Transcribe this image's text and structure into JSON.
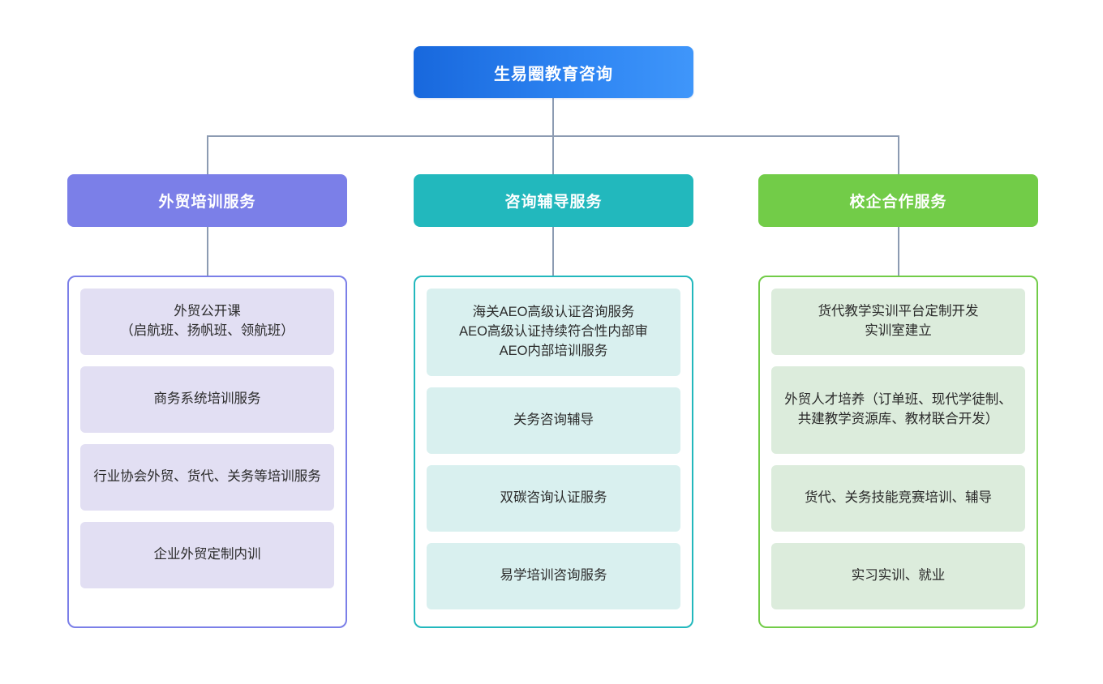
{
  "diagram": {
    "type": "org-chart",
    "title": "生易圈教育咨询",
    "root": {
      "label": "生易圈教育咨询",
      "color": "#1868dd",
      "color_end": "#3f96fa",
      "text_color": "#ffffff"
    },
    "connector_color": "#8c9bb2",
    "background": "#ffffff",
    "branches": [
      {
        "id": "branch-training",
        "label": "外贸培训服务",
        "header_color": "#7b7fe8",
        "border_color": "#7b7fe8",
        "item_color": "#e2dff3",
        "text_color": "#ffffff",
        "items": [
          {
            "label": "外贸公开课\n（启航班、扬帆班、领航班）"
          },
          {
            "label": "商务系统培训服务"
          },
          {
            "label": "行业协会外贸、货代、关务等培训服务"
          },
          {
            "label": "企业外贸定制内训"
          }
        ]
      },
      {
        "id": "branch-consulting",
        "label": "咨询辅导服务",
        "header_color": "#22b8bd",
        "border_color": "#22b8bd",
        "item_color": "#d9f0ef",
        "text_color": "#ffffff",
        "items": [
          {
            "label": "海关AEO高级认证咨询服务\nAEO高级认证持续符合性内部审\nAEO内部培训服务"
          },
          {
            "label": "关务咨询辅导"
          },
          {
            "label": "双碳咨询认证服务"
          },
          {
            "label": "易学培训咨询服务"
          }
        ]
      },
      {
        "id": "branch-school-enterprise",
        "label": "校企合作服务",
        "header_color": "#72cc48",
        "border_color": "#72cc48",
        "item_color": "#dcecdc",
        "text_color": "#ffffff",
        "items": [
          {
            "label": "货代教学实训平台定制开发\n实训室建立"
          },
          {
            "label": "外贸人才培养（订单班、现代学徒制、共建教学资源库、教材联合开发）"
          },
          {
            "label": "货代、关务技能竞赛培训、辅导"
          },
          {
            "label": "实习实训、就业"
          }
        ]
      }
    ]
  }
}
